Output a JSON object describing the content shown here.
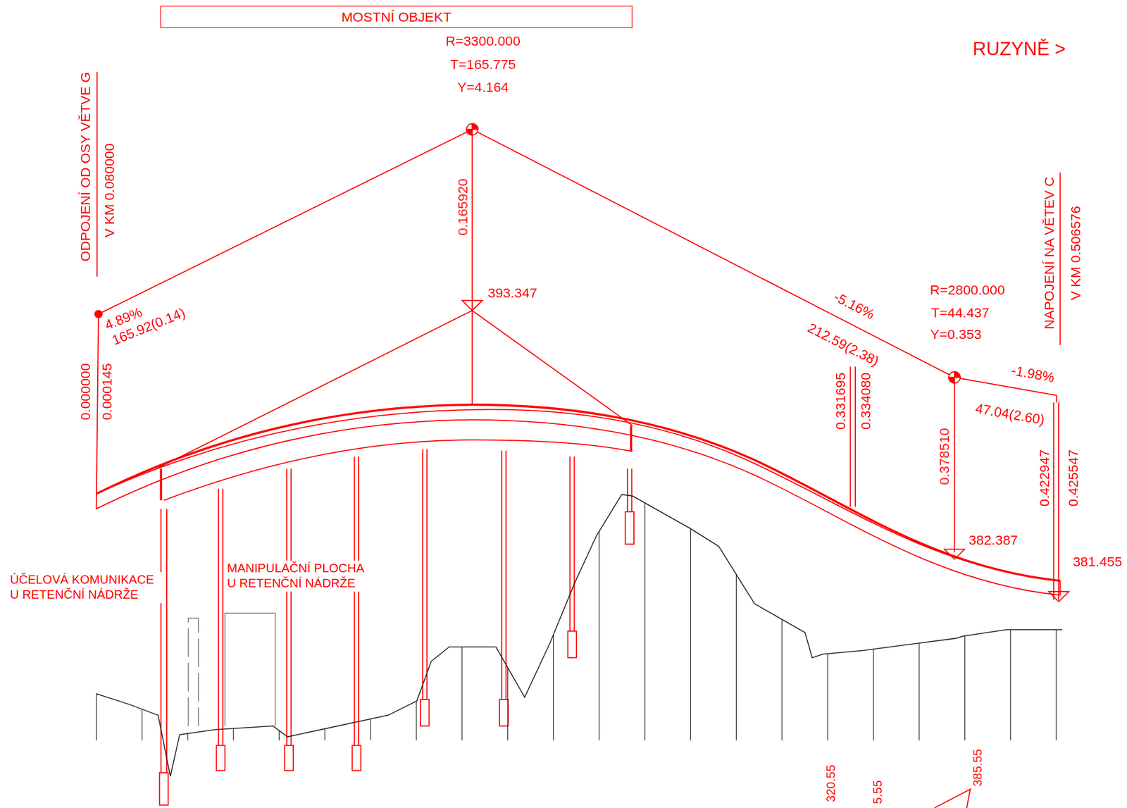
{
  "diagram": {
    "nodes": [
      {
        "text": [
          "MOSTNÍ OBJEKT"
        ]
      }
    ],
    "labels": [
      "R=3300.000",
      "T=165.775",
      "Y=4.164",
      "RUZYNĚ >",
      "ODPOJENÍ OD OSY VĚTVE G",
      "V KM 0.080000",
      "0.165920",
      "393.347",
      "4.89%",
      "165.92(0.14)",
      "-5.16%",
      "212.59(2.38)",
      "R=2800.000",
      "T=44.437",
      "Y=0.353",
      "NAPOJENÍ NA VĚTEV C",
      "V KM 0.506576",
      "0.000000",
      "0.000145",
      "0.331695",
      "0.334080",
      "0.378510",
      "-1.98%",
      "47.04(2.60)",
      "0.422947",
      "0.425547",
      "382.387",
      "381.455",
      "ÚČELOVÁ KOMUNIKACE U RETENČNÍ NÁDRŽE",
      "MANIPULAČNÍ PLOCHA U RETENČNÍ NÁDRŽE",
      "320.55",
      "5.55",
      "385.55"
    ]
  }
}
